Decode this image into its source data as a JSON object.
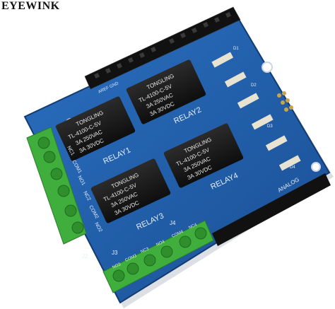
{
  "watermark": "EYEWINK",
  "relays": [
    {
      "brand": "TONGLING",
      "model": "TL-4100-C-5V",
      "rating_a": "3A 250VAC",
      "rating_b": "3A 30VDC",
      "silk": "RELAY1"
    },
    {
      "brand": "TONGLING",
      "model": "TL-4100-C-5V",
      "rating_a": "3A 250VAC",
      "rating_b": "3A 30VDC",
      "silk": "RELAY2"
    },
    {
      "brand": "TONGLING",
      "model": "TL-4100-C-5V",
      "rating_a": "3A 250VAC",
      "rating_b": "3A 30VDC",
      "silk": "RELAY3"
    },
    {
      "brand": "TONGLING",
      "model": "TL-4100-C-5V",
      "rating_a": "3A 250VAC",
      "rating_b": "3A 30VDC",
      "silk": "RELAY4"
    }
  ],
  "board_labels": {
    "j2": "J2",
    "j3": "J3",
    "j4": "J4",
    "analog": "ANALOG",
    "power": "AREF GND",
    "com1": "COM1",
    "nc1": "NC1",
    "no1": "NO1",
    "com2": "COM2",
    "nc2": "NC2",
    "no2": "NO2",
    "com3": "COM3",
    "nc3": "NC3",
    "no3": "NO3",
    "com4": "COM4",
    "nc4": "NC4",
    "no4": "NO4",
    "led1": "D1",
    "led2": "D2",
    "led3": "D3",
    "led4": "D4"
  },
  "colors": {
    "pcb": "#1f5fae",
    "pcb_dark": "#174a8a",
    "relay": "#1c1c1c",
    "terminal": "#3fae3c",
    "header": "#1a1a1a"
  }
}
